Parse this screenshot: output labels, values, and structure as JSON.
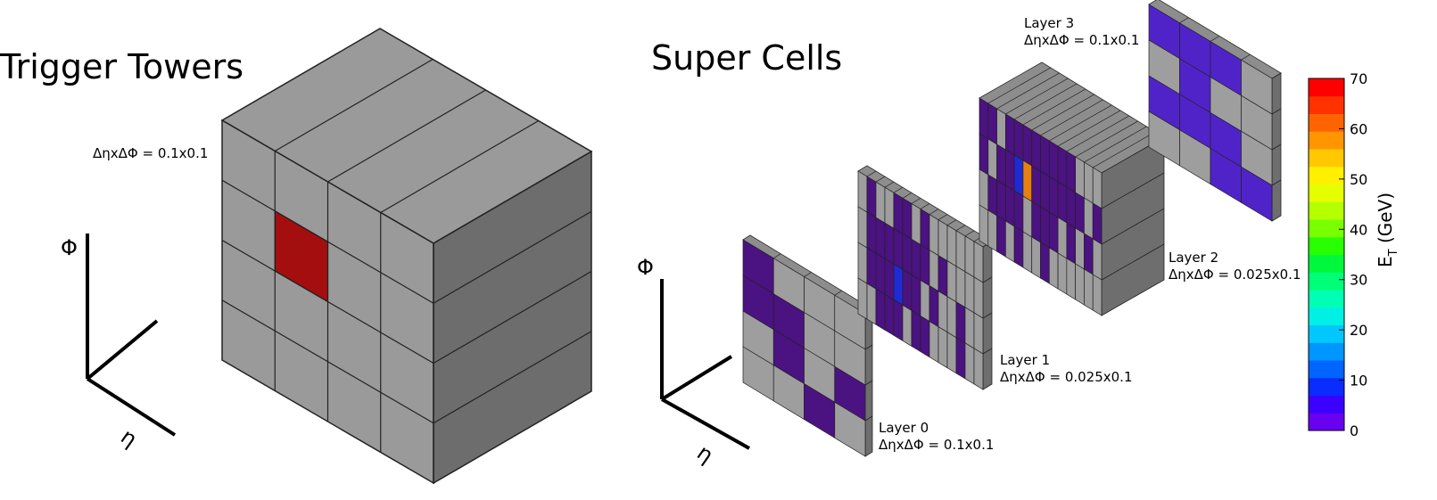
{
  "left_panel": {
    "title": "Trigger Towers",
    "granularity": "ΔηxΔΦ = 0.1x0.1",
    "axis_phi": "Φ",
    "axis_eta": "η",
    "hit_color": "#a50e0e"
  },
  "right_panel": {
    "title": "Super Cells",
    "axis_phi": "Φ",
    "axis_eta": "η",
    "layers": [
      {
        "name": "Layer 0",
        "granularity": "ΔηxΔΦ = 0.1x0.1"
      },
      {
        "name": "Layer 1",
        "granularity": "ΔηxΔΦ = 0.025x0.1"
      },
      {
        "name": "Layer 2",
        "granularity": "ΔηxΔΦ = 0.025x0.1"
      },
      {
        "name": "Layer 3",
        "granularity": "ΔηxΔΦ = 0.1x0.1"
      }
    ]
  },
  "colorbar": {
    "title_main": "E",
    "title_sub": "T",
    "title_unit": " (GeV)",
    "ticks": [
      "0",
      "10",
      "20",
      "30",
      "40",
      "50",
      "60",
      "70"
    ],
    "range": [
      0,
      70
    ],
    "colors": [
      "#6a00f0",
      "#3c00ff",
      "#0a2cff",
      "#0064ff",
      "#0096ff",
      "#00c8ff",
      "#00f0e6",
      "#00ffb4",
      "#00ff78",
      "#00f83c",
      "#28ff00",
      "#78ff00",
      "#b4ff00",
      "#e6ff00",
      "#fff000",
      "#ffc800",
      "#ff9600",
      "#ff6400",
      "#ff3200",
      "#ff0000"
    ]
  },
  "cell_colors": {
    "gray": "#9e9e9e",
    "purple": "#4b1281",
    "blue": "#1e2bd4",
    "orange": "#e88010",
    "violet": "#5023c8"
  }
}
